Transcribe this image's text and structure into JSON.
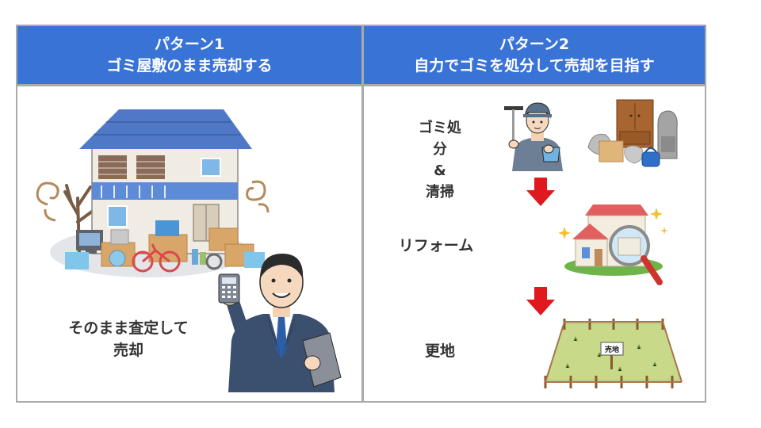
{
  "pattern1": {
    "title": "パターン1",
    "subtitle": "ゴミ屋敷のまま売却する",
    "caption_line1": "そのまま査定して",
    "caption_line2": "売却"
  },
  "pattern2": {
    "title": "パターン2",
    "subtitle": "自力でゴミを処分して売却を目指す",
    "steps": [
      {
        "line1": "ゴミ処分",
        "line2": "&",
        "line3": "清掃"
      },
      {
        "label": "リフォーム"
      },
      {
        "label": "更地"
      }
    ],
    "sign_text": "売地"
  },
  "colors": {
    "header_bg": "#3a73d6",
    "arrow": "#e0191e",
    "border": "#a9a9a9"
  },
  "icons": [
    "garbage-house-icon",
    "businessman-calculator-icon",
    "cleaning-worker-icon",
    "junk-furniture-icon",
    "reform-house-icon",
    "vacant-lot-icon",
    "down-arrow-icon"
  ]
}
